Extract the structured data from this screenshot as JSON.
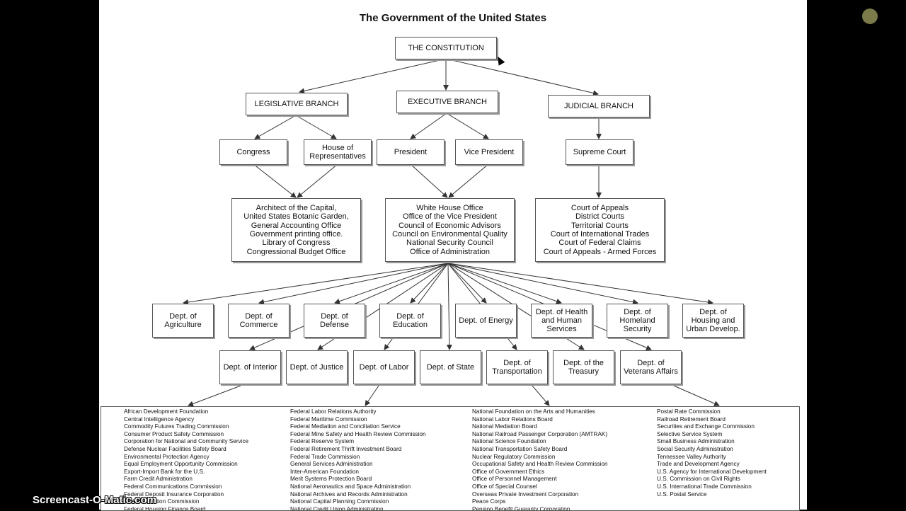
{
  "title": "The Government of the United States",
  "constitution": "THE CONSTITUTION",
  "branches": {
    "legislative": "LEGISLATIVE  BRANCH",
    "executive": "EXECUTIVE BRANCH",
    "judicial": "JUDICIAL BRANCH"
  },
  "leg": {
    "congress": "Congress",
    "house": "House of\nRepresentatives",
    "offices": "Architect of the Capital,\nUnited States Botanic Garden,\nGeneral Accounting Office\nGovernment printing office.\nLibrary of Congress\nCongressional Budget Office"
  },
  "exec": {
    "president": "President",
    "vp": "Vice President",
    "offices": "White House Office\nOffice of the Vice President\nCouncil of Economic Advisors\nCouncil on Environmental Quality\nNational Security Council\nOffice of Administration"
  },
  "jud": {
    "supreme": "Supreme Court",
    "courts": "Court of Appeals\nDistrict Courts\nTerritorial Courts\nCourt of International Trades\nCourt of Federal Claims\nCourt of Appeals - Armed Forces"
  },
  "depts_row1": [
    "Dept. of\nAgriculture",
    "Dept. of\nCommerce",
    "Dept. of\nDefense",
    "Dept. of\nEducation",
    "Dept. of Energy",
    "Dept. of Health\nand Human\nServices",
    "Dept. of\nHomeland\nSecurity",
    "Dept. of\nHousing and\nUrban Develop."
  ],
  "depts_row2": [
    "Dept. of Interior",
    "Dept. of Justice",
    "Dept. of Labor",
    "Dept. of State",
    "Dept. of\nTransportation",
    "Dept. of the\nTreasury",
    "Dept. of\nVeterans Affairs"
  ],
  "agency_columns": [
    [
      "African Development Foundation",
      "Central Intelligence Agency",
      "Commodity Futures Trading Commission",
      "Consumer Product Safety Commission",
      "Corporation for National and Community Service",
      "Defense Nuclear Facilities Safety Board",
      "Environmental Protection Agency",
      "Equal Employment Opportunity Commission",
      "Export-Import Bank for the U.S.",
      "Farm Credit Administration",
      "Federal Communications Commission",
      "Federal Deposit Insurance Corporation",
      "Federal Election Commission",
      "Federal Housing Finance Board"
    ],
    [
      "Federal Labor Relations Authority",
      "Federal Maritime Commission",
      "Federal Mediation and Conciliation Service",
      "Federal Mine Safety and Health Review Commission",
      "Federal Reserve System",
      "Federal Retirement Thrift Investment Board",
      "Federal Trade Commission",
      "General Services Administration",
      "Inter-American Foundation",
      "Merit Systems Protection Board",
      "National Aeronautics and Space Administration",
      "National Archives and Records Administration",
      "National Capital Planning Commission",
      "National Credit Union Administration"
    ],
    [
      "National Foundation on the Arts and Humanities",
      "National Labor Relations Board",
      "National Mediation Board",
      "National Railroad Passenger Corporation (AMTRAK)",
      "National Science Foundation",
      "National Transportation Safety Board",
      "Nuclear Regulatory Commission",
      "Occupational Safety and Health Review Commission",
      "Office of Government Ethics",
      "Office of Personnel Management",
      "Office of Special Counsel",
      "Overseas Private Investment Corporation",
      "Peace Corps",
      "Pension Benefit Guaranty Corporation"
    ],
    [
      "Postal Rate Commission",
      "Railroad Retirement Board",
      "Securities and Exchange Commission",
      "Selective Service System",
      "Small Business Administration",
      "Social Security Administration",
      "Tennessee Valley Authority",
      "Trade and Development Agency",
      "U.S. Agency for International Development",
      "U.S. Commission on Civil Rights",
      "U.S. International Trade Commission",
      "U.S. Postal Service"
    ]
  ],
  "watermark": "Screencast-O-Matic.com"
}
